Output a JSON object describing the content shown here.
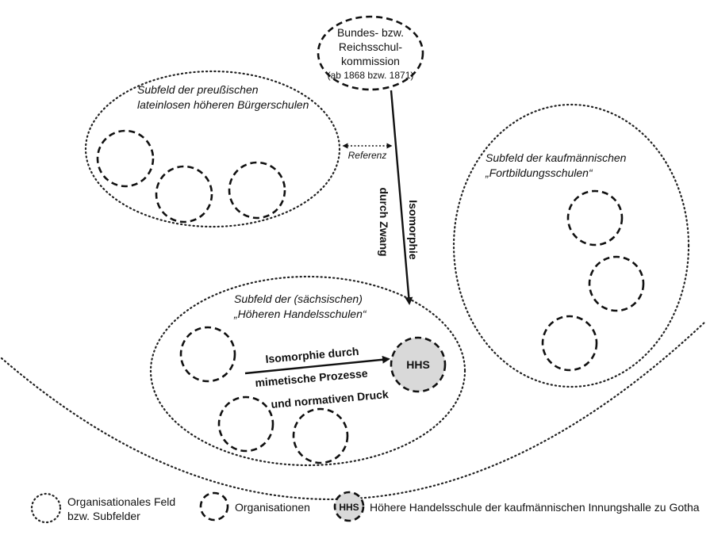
{
  "authority": {
    "line1": "Bundes- bzw.",
    "line2": "Reichsschul-",
    "line3": "kommission",
    "line4": "(ab 1868 bzw. 1871)"
  },
  "subfield_prussian": {
    "line1": "Subfeld der preußischen",
    "line2": "lateinlosen höheren Bürgerschulen"
  },
  "subfield_commercial": {
    "line1": "Subfeld der kaufmännischen",
    "line2": "„Fortbildungsschulen“"
  },
  "subfield_saxon": {
    "line1": "Subfeld der (sächsischen)",
    "line2": "„Höheren Handelsschulen“"
  },
  "referenz_label": "Referenz",
  "coercion_label": {
    "line1": "Isomorphie",
    "line2": "durch Zwang"
  },
  "mimetic_label": {
    "line1": "Isomorphie durch",
    "line2": "mimetische Prozesse",
    "line3": "und normativen Druck"
  },
  "hhs_label": "HHS",
  "legend": {
    "field_line1": "Organisationales Feld",
    "field_line2": "bzw. Subfelder",
    "organisations": "Organisationen",
    "hhs_badge": "HHS",
    "hhs_description": "Höhere Handelsschule der kaufmännischen Innungshalle zu Gotha"
  }
}
